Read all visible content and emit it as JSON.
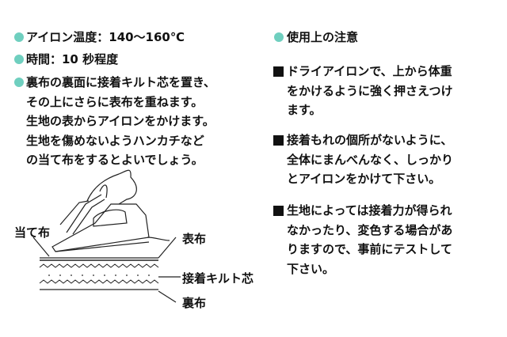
{
  "left": {
    "temp": "アイロン温度：140〜160℃",
    "time": "時間：10 秒程度",
    "steps": [
      "裏布の裏面に接着キルト芯を置き、",
      "その上にさらに表布を重ねます。",
      "生地の表からアイロンをかけます。",
      "生地を傷めないようハンカチなど",
      "の当て布をするとよいでしょう。"
    ]
  },
  "diagram": {
    "press_cloth": "当て布",
    "outer_fabric": "表布",
    "interlining": "接着キルト芯",
    "lining": "裏布"
  },
  "right": {
    "heading": "使用上の注意",
    "notes": [
      [
        "ドライアイロンで、上から体重",
        "をかけるように強く押さえつけ",
        "ます。"
      ],
      [
        "接着もれの個所がないように、",
        "全体にまんべんなく、しっかり",
        "とアイロンをかけて下さい。"
      ],
      [
        "生地によっては接着力が得られ",
        "なかったり、変色する場合があ",
        "りますので、事前にテストして",
        "下さい。"
      ]
    ]
  },
  "colors": {
    "bullet": "#6fcfbf"
  }
}
